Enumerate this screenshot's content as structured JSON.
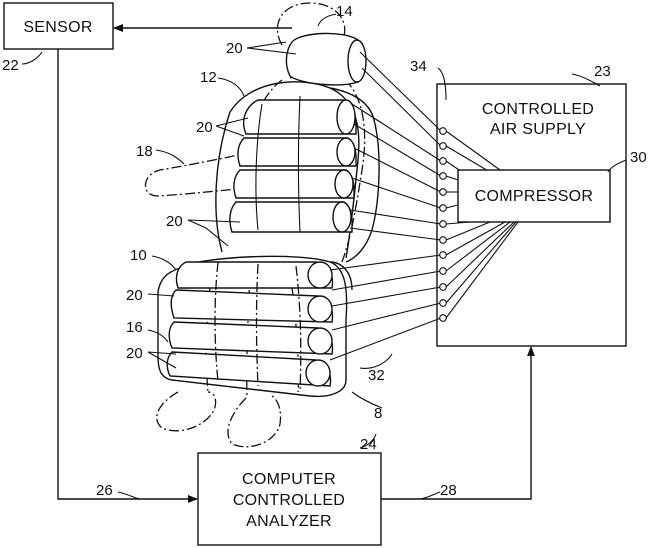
{
  "boxes": {
    "sensor": "SENSOR",
    "air_supply_line1": "CONTROLLED",
    "air_supply_line2": "AIR SUPPLY",
    "compressor": "COMPRESSOR",
    "analyzer_line1": "COMPUTER",
    "analyzer_line2": "CONTROLLED",
    "analyzer_line3": "ANALYZER"
  },
  "refs": {
    "headrest": "14",
    "cells_head": "20",
    "back": "12",
    "cells_back_upper": "20",
    "arm": "18",
    "cells_back_lower": "20",
    "seat": "10",
    "cells_seat_upper": "20",
    "seat_side": "16",
    "cells_seat_lower": "20",
    "sensor_ref": "22",
    "ports": "34",
    "air_supply_ref": "23",
    "compressor_ref": "30",
    "tube_bundle": "32",
    "seat_base": "8",
    "analyzer_ref": "24",
    "sensor_to_analyzer": "26",
    "analyzer_to_supply": "28"
  },
  "colors": {
    "line": "#111111",
    "background": "#ffffff"
  }
}
